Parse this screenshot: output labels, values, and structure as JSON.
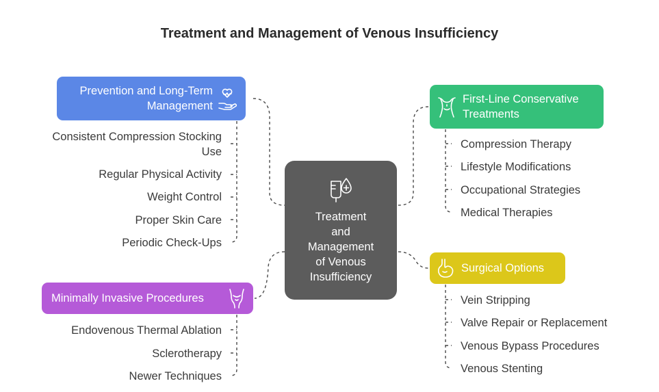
{
  "title": "Treatment and Management of Venous Insufficiency",
  "center": {
    "label": "Treatment and Management of Venous Insufficiency",
    "lines": [
      "Treatment",
      "and",
      "Management",
      "of Venous",
      "Insufficiency"
    ],
    "icon": "iv-drip-icon"
  },
  "branches": {
    "prevention": {
      "lines": [
        "Prevention and Long-Term",
        "Management"
      ],
      "color": "#5b87e6",
      "icon": "hand-heart-icon",
      "items": [
        [
          "Consistent Compression Stocking",
          "Use"
        ],
        [
          "Regular Physical Activity"
        ],
        [
          "Weight Control"
        ],
        [
          "Proper Skin Care"
        ],
        [
          "Periodic Check-Ups"
        ]
      ]
    },
    "first_line": {
      "lines": [
        "First-Line Conservative",
        "Treatments"
      ],
      "color": "#35c07a",
      "icon": "body-torso-icon",
      "items": [
        [
          "Compression Therapy"
        ],
        [
          "Lifestyle Modifications"
        ],
        [
          "Occupational Strategies"
        ],
        [
          "Medical Therapies"
        ]
      ]
    },
    "surgical": {
      "lines": [
        "Surgical Options"
      ],
      "color": "#dcc71a",
      "icon": "stomach-icon",
      "items": [
        [
          "Vein Stripping"
        ],
        [
          "Valve Repair or Replacement"
        ],
        [
          "Venous Bypass Procedures"
        ],
        [
          "Venous Stenting"
        ]
      ]
    },
    "minimal": {
      "lines": [
        "Minimally Invasive Procedures"
      ],
      "color": "#b55ad8",
      "icon": "body-legs-icon",
      "items": [
        [
          "Endovenous Thermal Ablation"
        ],
        [
          "Sclerotherapy"
        ],
        [
          "Newer Techniques"
        ]
      ]
    }
  }
}
